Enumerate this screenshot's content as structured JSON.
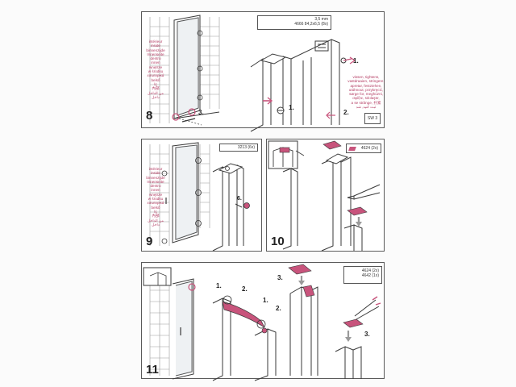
{
  "steps": {
    "step8": {
      "number": "8",
      "callout": "3.",
      "hardware": [
        {
          "label": "3,5 mm"
        },
        {
          "label": "4666 84,2x6,5 (8x)"
        }
      ],
      "detail_callouts": [
        "1.",
        "1.",
        "2."
      ],
      "inside_labels": [
        "intérieur",
        "inside",
        "binnenzijde",
        "Innenseite",
        "dentro",
        "innen",
        "wnętrze",
        "w środku",
        "εσωτερικά",
        "belső",
        "İç",
        "內部",
        "من الداخل",
        "داخل"
      ],
      "fixing_labels": [
        "vissen, tightens,",
        "vastdraaien, stringere,",
        "apretar, festziehen,",
        "utáhnout, przykręcić,",
        "sørge for, meghúzni,",
        "σφίξτε, sıkılaştır,",
        "a se strânge, 拧紧",
        "ثبت كنيد, شد"
      ],
      "tool_badge": "SW 3"
    },
    "step9": {
      "number": "9",
      "part_badge": "3213 (6x)",
      "callout": "6.",
      "inside_labels": [
        "intérieur",
        "inside",
        "binnenzijde",
        "Innenseite",
        "dentro",
        "innen",
        "wnętrze",
        "w środku",
        "εσωτερικά",
        "belső",
        "İç",
        "內部",
        "من الداخل",
        "داخل"
      ]
    },
    "step10": {
      "number": "10",
      "part_badge": "4624 (2x)"
    },
    "step11": {
      "number": "11",
      "callouts": [
        "1.",
        "2.",
        "1.",
        "2.",
        "3.",
        "3."
      ],
      "part_badges": [
        "4624 (2x)",
        "4642 (1x)"
      ]
    }
  },
  "colors": {
    "accent_pink": "#c8547c",
    "line": "#3a3a3a",
    "tile": "#9a9a9a"
  }
}
